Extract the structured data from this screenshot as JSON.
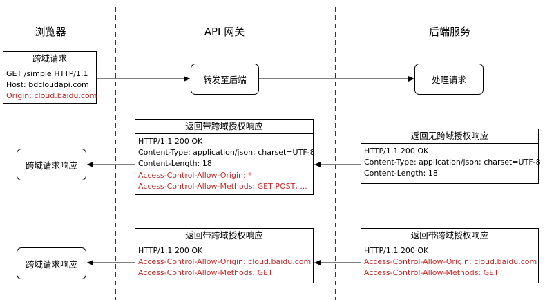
{
  "columns": {
    "browser": "浏览器",
    "gateway": "API 网关",
    "backend": "后端服务"
  },
  "request_box": {
    "title": "跨域请求",
    "lines": [
      {
        "text": "GET /simple HTTP/1.1",
        "color": "#000000"
      },
      {
        "text": "Host: bdcloudapi.com",
        "color": "#000000"
      },
      {
        "text": "Origin: cloud.baidu.com",
        "color": "#c62828"
      }
    ]
  },
  "forward_box": {
    "label": "转发至后端"
  },
  "handle_box": {
    "label": "处理请求"
  },
  "gateway_response_1": {
    "title": "返回带跨域授权响应",
    "lines": [
      {
        "text": "HTTP/1.1 200 OK",
        "color": "#000000"
      },
      {
        "text": "Content-Type: application/json; charset=UTF-8",
        "color": "#000000"
      },
      {
        "text": "Content-Length: 18",
        "color": "#000000"
      },
      {
        "text": "Access-Control-Allow-Origin: *",
        "color": "#c62828"
      },
      {
        "text": "Access-Control-Allow-Methods: GET,POST, ...",
        "color": "#c62828"
      }
    ]
  },
  "backend_response_1": {
    "title": "返回无跨域授权响应",
    "lines": [
      {
        "text": "HTTP/1.1 200 OK",
        "color": "#000000"
      },
      {
        "text": "Content-Type: application/json; charset=UTF-8",
        "color": "#000000"
      },
      {
        "text": "Content-Length: 18",
        "color": "#000000"
      }
    ]
  },
  "browser_result_1": {
    "label": "跨域请求响应"
  },
  "gateway_response_2": {
    "title": "返回带跨域授权响应",
    "lines": [
      {
        "text": "HTTP/1.1 200 OK",
        "color": "#000000"
      },
      {
        "text": "Access-Control-Allow-Origin: cloud.baidu.com",
        "color": "#c62828"
      },
      {
        "text": "Access-Control-Allow-Methods: GET",
        "color": "#c62828"
      }
    ]
  },
  "backend_response_2": {
    "title": "返回带跨域授权响应",
    "lines": [
      {
        "text": "HTTP/1.1 200 OK",
        "color": "#000000"
      },
      {
        "text": "Access-Control-Allow-Origin: cloud.baidu.com",
        "color": "#c62828"
      },
      {
        "text": "Access-Control-Allow-Methods: GET",
        "color": "#c62828"
      }
    ]
  },
  "browser_result_2": {
    "label": "跨域请求响应"
  },
  "colors": {
    "highlight_red": "#c62828",
    "line": "#000000",
    "background": "#ffffff"
  }
}
